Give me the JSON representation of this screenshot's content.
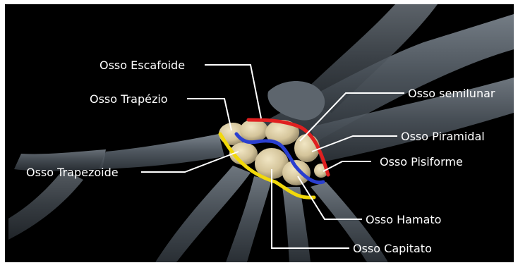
{
  "image": {
    "background": "#000000",
    "bone_color": "#5a626b",
    "carpal_color": "#d8c9a0",
    "line_colors": {
      "red": "#e02020",
      "blue": "#2a3fd0",
      "yellow": "#f2d90a"
    }
  },
  "labels": {
    "escafoide": "Osso Escafoide",
    "trapezio": "Osso Trapézio",
    "trapezoide": "Osso Trapezoide",
    "semilunar": "Osso semilunar",
    "piramidal": "Osso Piramidal",
    "pisiforme": "Osso Pisiforme",
    "hamato": "Osso Hamato",
    "capitato": "Osso Capitato"
  }
}
